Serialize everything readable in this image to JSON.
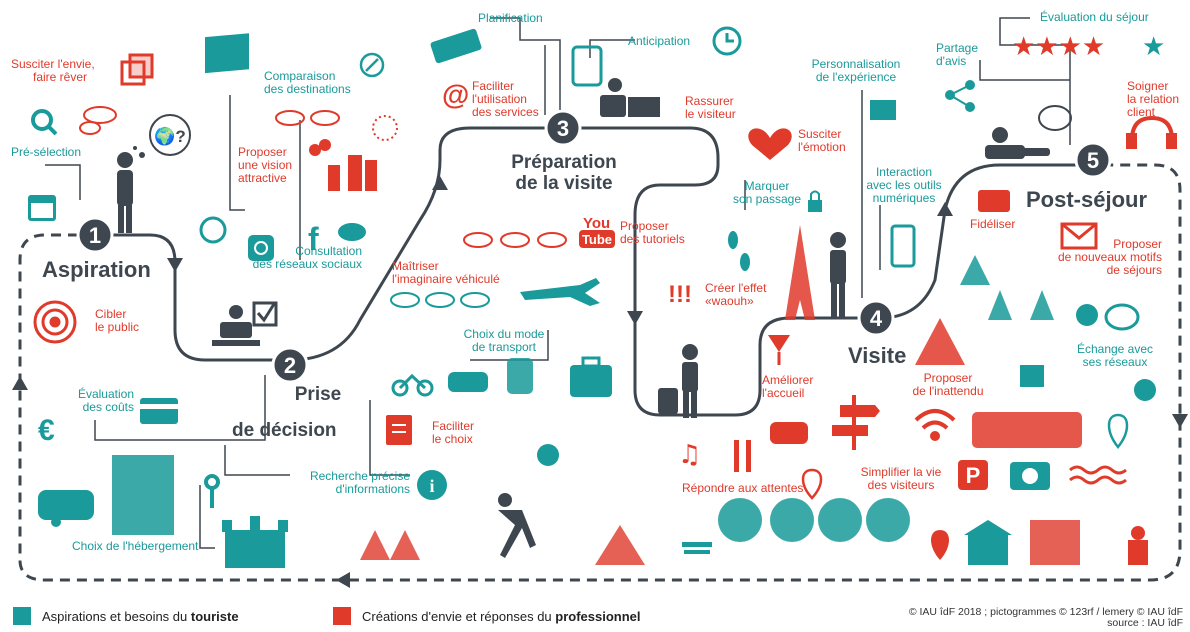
{
  "stages": [
    {
      "num": "1",
      "title": "Aspiration"
    },
    {
      "num": "2",
      "title": "Prise de décision"
    },
    {
      "num": "3",
      "title": "Préparation de la visite"
    },
    {
      "num": "4",
      "title": "Visite"
    },
    {
      "num": "5",
      "title": "Post-séjour"
    }
  ],
  "stage_titles": {
    "aspiration": "Aspiration",
    "prise1": "Prise",
    "prise2": "de décision",
    "prep1": "Préparation",
    "prep2": "de la visite",
    "visite": "Visite",
    "post": "Post-séjour"
  },
  "labels": {
    "susciter_envie": "Susciter l'envie,",
    "faire_rever": "faire rêver",
    "pre_selection": "Pré-sélection",
    "cibler": "Cibler",
    "le_public": "le public",
    "comparaison": "Comparaison",
    "des_destinations": "des destinations",
    "proposer_vision": "Proposer",
    "une_vision": "une vision",
    "attractive": "attractive",
    "consultation": "Consultation",
    "des_reseaux": "des réseaux sociaux",
    "evaluation_couts1": "Évaluation",
    "evaluation_couts2": "des coûts",
    "choix_hebergement": "Choix de l'hébergement",
    "recherche1": "Recherche précise",
    "recherche2": "d'informations",
    "faciliter_choix1": "Faciliter",
    "faciliter_choix2": "le choix",
    "choix_mode1": "Choix du mode",
    "choix_mode2": "de transport",
    "maitriser1": "Maîtriser",
    "maitriser2": "l'imaginaire véhiculé",
    "planification": "Planification",
    "anticipation": "Anticipation",
    "faciliter_services1": "Faciliter",
    "faciliter_services2": "l'utilisation",
    "faciliter_services3": "des services",
    "rassurer1": "Rassurer",
    "rassurer2": "le visiteur",
    "proposer_tuto1": "Proposer",
    "proposer_tuto2": "des tutoriels",
    "youtube_you": "You",
    "youtube_tube": "Tube",
    "exclam": "!!!",
    "effet1": "Créer l'effet",
    "effet2": "«waouh»",
    "personnalisation1": "Personnalisation",
    "personnalisation2": "de l'expérience",
    "susciter_emotion1": "Susciter",
    "susciter_emotion2": "l'émotion",
    "marquer1": "Marquer",
    "marquer2": "son passage",
    "interaction1": "Interaction",
    "interaction2": "avec les outils",
    "interaction3": "numériques",
    "ameliorer1": "Améliorer",
    "ameliorer2": "l'accueil",
    "repondre": "Répondre aux attentes",
    "simplifier1": "Simplifier la vie",
    "simplifier2": "des visiteurs",
    "proposer_inattendu1": "Proposer",
    "proposer_inattendu2": "de l'inattendu",
    "evaluation_sejour": "Évaluation du séjour",
    "partage1": "Partage",
    "partage2": "d'avis",
    "soigner1": "Soigner",
    "soigner2": "la relation",
    "soigner3": "client",
    "fideliser": "Fidéliser",
    "proposer_motifs1": "Proposer",
    "proposer_motifs2": "de nouveaux motifs",
    "proposer_motifs3": "de séjours",
    "echange1": "Échange avec",
    "echange2": "ses réseaux"
  },
  "legend": {
    "teal_text": "Aspirations et besoins du ",
    "teal_bold": "touriste",
    "red_text": "Créations d'envie et réponses du ",
    "red_bold": "professionnel"
  },
  "footer": {
    "credit": "© IAU îdF 2018 ; pictogrammes © 123rf / lemery © IAU îdF",
    "source": "source : IAU îdF"
  },
  "colors": {
    "teal": "#1a9a9a",
    "red": "#e03a2b",
    "dark": "#3e474f"
  }
}
